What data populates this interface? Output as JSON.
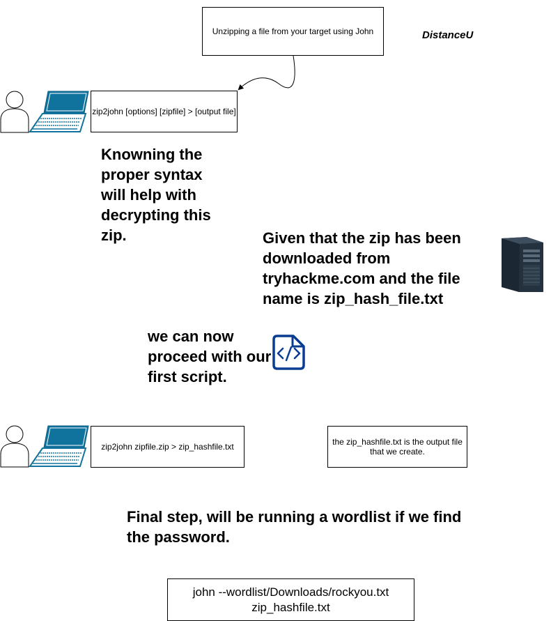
{
  "title_box": "Unzipping a file from your target using John",
  "brand": "DistanceU",
  "syntax_box": "zip2john [options] [zipfile] > [output file]",
  "note_syntax": "Knowning the proper syntax will help with decrypting this zip.",
  "note_download": "Given that the zip has been downloaded from tryhackme.com and the file name is zip_hash_file.txt",
  "note_script": "we can now proceed with our first script.",
  "command_box": "zip2john zipfile.zip > zip_hashfile.txt",
  "output_note": "the zip_hashfile.txt is the output file that we create.",
  "final_step": "Final step, will be running a wordlist if we find the password.",
  "john_command_line1": "john --wordlist/Downloads/rockyou.txt",
  "john_command_line2": "zip_hashfile.txt",
  "colors": {
    "laptop_blue": "#10739e",
    "code_icon_blue": "#0a3d91",
    "server_dark": "#1b2733"
  },
  "icons": [
    "user-icon",
    "laptop-icon",
    "server-icon",
    "code-file-icon"
  ]
}
